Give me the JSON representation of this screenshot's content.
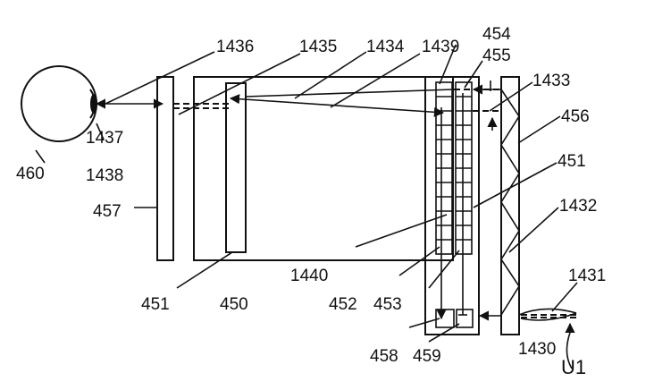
{
  "labels": {
    "l1436": "1436",
    "l1435": "1435",
    "l1434": "1434",
    "l1439": "1439",
    "l454": "454",
    "l455": "455",
    "l1433": "1433",
    "l1437": "1437",
    "l460": "460",
    "l1438": "1438",
    "l456": "456",
    "l451_right": "451",
    "l457": "457",
    "l1432": "1432",
    "l1440": "1440",
    "l1431": "1431",
    "l451_bottom": "451",
    "l450": "450",
    "l452": "452",
    "l453": "453",
    "l1430": "1430",
    "l458": "458",
    "l459": "459",
    "lU1": "U1"
  }
}
